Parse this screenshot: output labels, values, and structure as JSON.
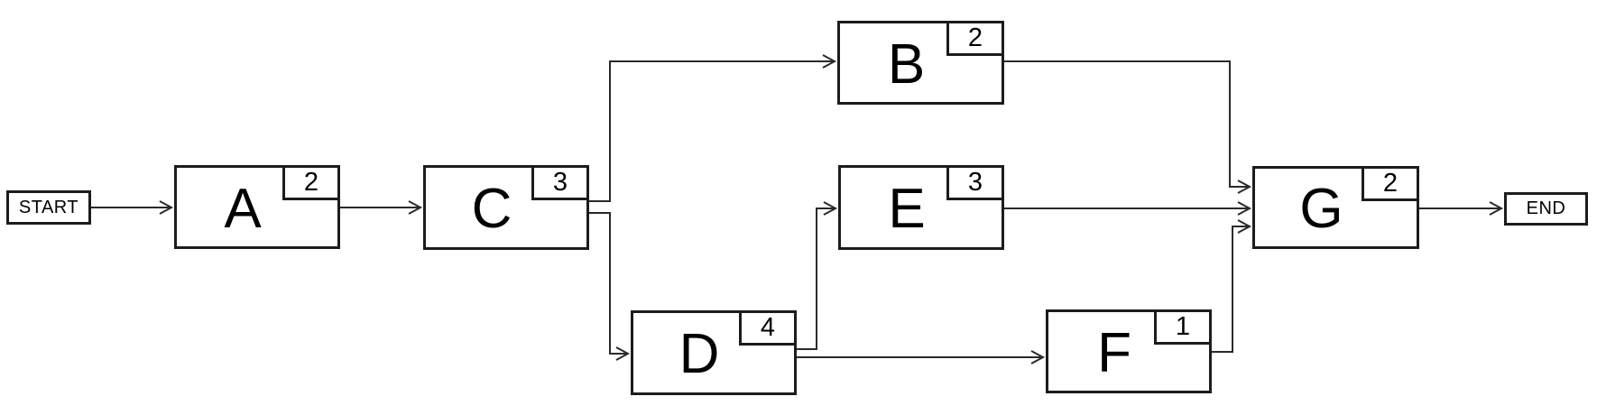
{
  "diagram": {
    "type": "activity-network",
    "nodes": {
      "START": {
        "label": "START",
        "kind": "terminal"
      },
      "A": {
        "label": "A",
        "duration": "2"
      },
      "B": {
        "label": "B",
        "duration": "2"
      },
      "C": {
        "label": "C",
        "duration": "3"
      },
      "D": {
        "label": "D",
        "duration": "4"
      },
      "E": {
        "label": "E",
        "duration": "3"
      },
      "F": {
        "label": "F",
        "duration": "1"
      },
      "G": {
        "label": "G",
        "duration": "2"
      },
      "END": {
        "label": "END",
        "kind": "terminal"
      }
    },
    "edges": [
      {
        "from": "START",
        "to": "A"
      },
      {
        "from": "A",
        "to": "C"
      },
      {
        "from": "C",
        "to": "B"
      },
      {
        "from": "C",
        "to": "D"
      },
      {
        "from": "D",
        "to": "E"
      },
      {
        "from": "D",
        "to": "F"
      },
      {
        "from": "B",
        "to": "G"
      },
      {
        "from": "E",
        "to": "G"
      },
      {
        "from": "F",
        "to": "G"
      },
      {
        "from": "G",
        "to": "END"
      }
    ],
    "colors": {
      "box_border": "#1c1c1c",
      "line": "#2a2a2a",
      "text": "#000000",
      "background": "#ffffff"
    }
  }
}
